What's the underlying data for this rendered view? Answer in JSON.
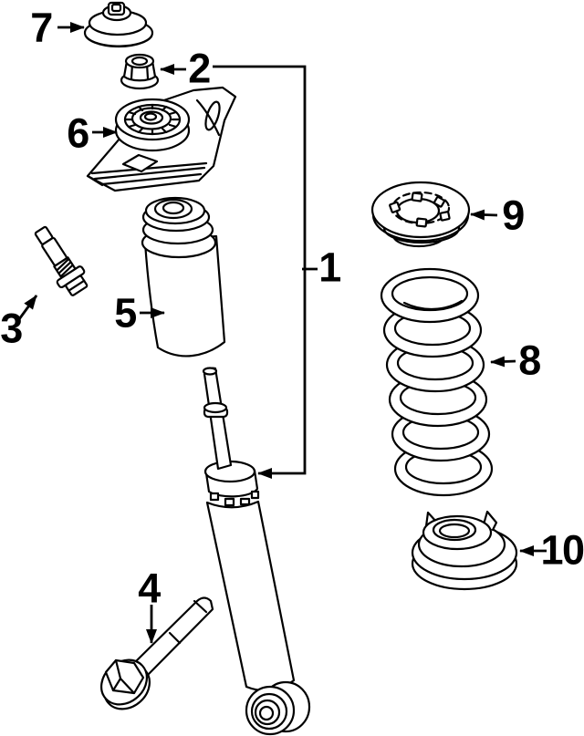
{
  "page": {
    "background_color": "#ffffff",
    "line_color": "#000000",
    "diagram_type": "exploded-parts-diagram"
  },
  "callouts": [
    {
      "label": "1",
      "part": "shock-absorber-assembly"
    },
    {
      "label": "2",
      "part": "mount-nut"
    },
    {
      "label": "3",
      "part": "stud-bolt"
    },
    {
      "label": "4",
      "part": "lower-mounting-bolt"
    },
    {
      "label": "5",
      "part": "dust-shield-boot"
    },
    {
      "label": "6",
      "part": "upper-shock-mount"
    },
    {
      "label": "7",
      "part": "mount-cap"
    },
    {
      "label": "8",
      "part": "coil-spring"
    },
    {
      "label": "9",
      "part": "upper-spring-insulator"
    },
    {
      "label": "10",
      "part": "lower-spring-insulator"
    }
  ]
}
